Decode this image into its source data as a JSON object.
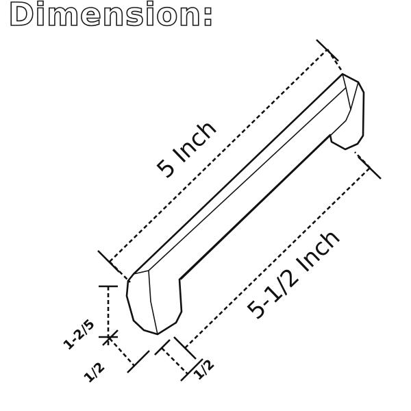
{
  "title": "Dimension:",
  "labels": {
    "hole_spacing": "5 Inch",
    "overall_length": "5-1/2 Inch",
    "projection": "1-2/5",
    "width_left": "1/2",
    "width_right": "1/2"
  }
}
